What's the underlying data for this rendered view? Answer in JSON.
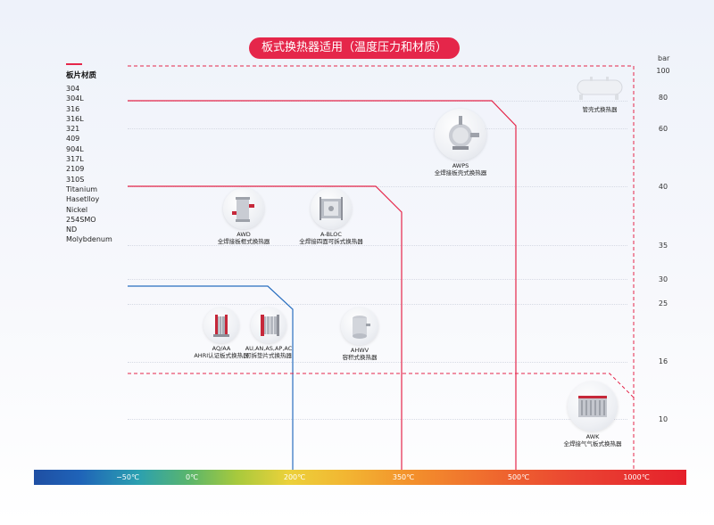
{
  "title": "板式换热器适用（温度压力和材质）",
  "materials": {
    "title": "板片材质",
    "items": [
      "304",
      "304L",
      "316",
      "316L",
      "321",
      "409",
      "904L",
      "317L",
      "2109",
      "310S",
      "Titanium",
      "Hasetlloy",
      "Nickel",
      "254SMO",
      "ND",
      "Molybdenum"
    ]
  },
  "pressure_axis": {
    "unit": "bar",
    "labels": [
      "100",
      "80",
      "60",
      "40",
      "35",
      "30",
      "25",
      "16",
      "10"
    ]
  },
  "temperature_axis": {
    "labels": [
      "−50℃",
      "0℃",
      "200℃",
      "350℃",
      "500℃",
      "1000℃"
    ]
  },
  "products": [
    {
      "code": "AQ/AA",
      "name": "AHRI认证板式换热器"
    },
    {
      "code": "AU,AN,AS,AP,AC",
      "name": "可拆垫片式换热器"
    },
    {
      "code": "AWD",
      "name": "全焊接板框式换热器"
    },
    {
      "code": "A-BLOC",
      "name": "全焊接四面可拆式换热器"
    },
    {
      "code": "AHWV",
      "name": "容积式换热器"
    },
    {
      "code": "AWPS",
      "name": "全焊接板壳式换热器"
    },
    {
      "code": "",
      "name": "管壳式换热器"
    },
    {
      "code": "AWK",
      "name": "全焊接气气板式换热器"
    }
  ],
  "colors": {
    "accent": "#e5264a",
    "limit_red": "#e5264a",
    "limit_blue": "#2a6fc0"
  }
}
